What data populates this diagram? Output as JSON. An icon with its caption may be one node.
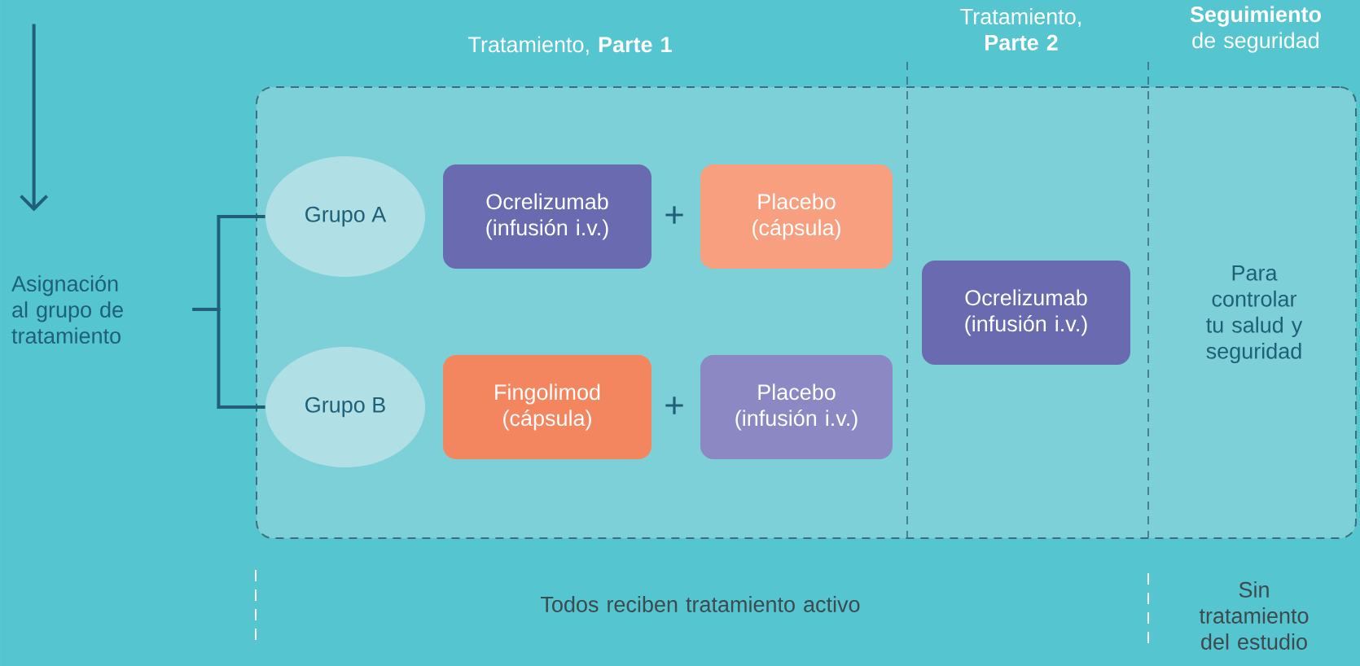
{
  "diagram": {
    "nodes": [
      {
        "text": [
          "Asignación al grupo de tratamiento"
        ]
      },
      {
        "text": [],
        "shape": "box"
      },
      {
        "text": [
          "Grupo A"
        ],
        "in": 1
      },
      {
        "text": [
          "Ocrelizumab (infusión i.v.)"
        ],
        "in": 1
      },
      {
        "text": [
          "Placebo (cápsula)"
        ],
        "in": 1
      },
      {
        "text": [
          "Grupo B"
        ],
        "in": 1
      },
      {
        "text": [
          "Fingolimod (cápsula)"
        ],
        "in": 1
      },
      {
        "text": [
          "Placebo (infusión i.v.)"
        ],
        "in": 1
      },
      {
        "text": [
          "Ocrelizumab (infusión i.v.)"
        ],
        "in": 1
      }
    ],
    "edges": [
      {
        "from": null,
        "to": 0,
        "arrow": "to"
      },
      {
        "from": 0,
        "to": 2,
        "arrow": "none"
      },
      {
        "from": 0,
        "to": 5,
        "arrow": "none"
      }
    ],
    "labels": [
      "Tratamiento, **Parte 1**",
      "Tratamiento, **Parte 2**",
      "**Seguimiento** de seguridad",
      "+",
      "+",
      "Para controlar tu salud y seguridad",
      "Todos reciben tratamiento activo",
      "Sin tratamiento del estudio"
    ]
  }
}
